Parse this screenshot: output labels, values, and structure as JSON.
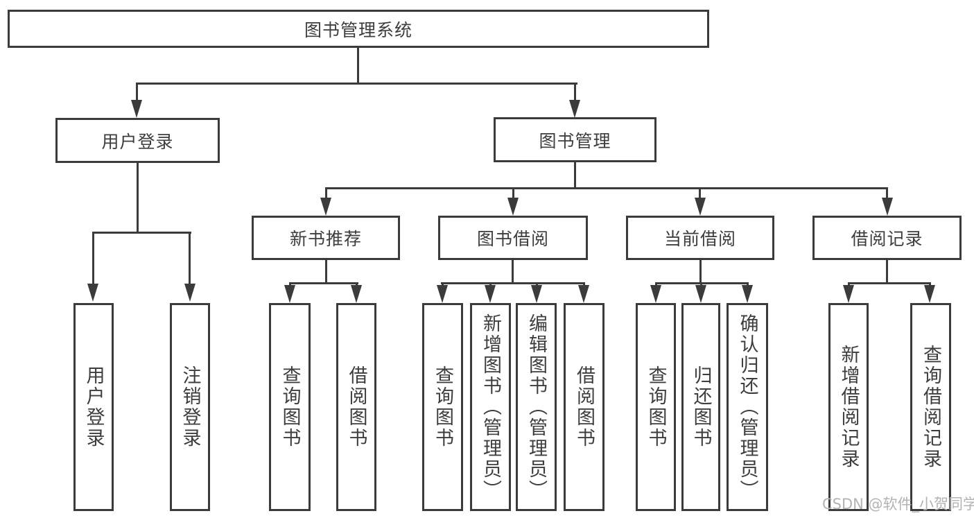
{
  "diagram": {
    "root": {
      "label": "图书管理系统"
    },
    "level2": {
      "user_login": {
        "label": "用户登录"
      },
      "book_management": {
        "label": "图书管理"
      }
    },
    "level3": {
      "new_book_recommend": {
        "label": "新书推荐"
      },
      "book_borrowing": {
        "label": "图书借阅"
      },
      "current_borrowing": {
        "label": "当前借阅"
      },
      "borrowing_records": {
        "label": "借阅记录"
      }
    },
    "leaves": {
      "user_login": {
        "label": "用户登录"
      },
      "logout": {
        "label": "注销登录"
      },
      "recommend_query_books": {
        "label": "查询图书"
      },
      "recommend_borrow_books": {
        "label": "借阅图书"
      },
      "borrowing_query_books": {
        "label": "查询图书"
      },
      "borrowing_add_books": {
        "label": "新增图书（管理员）"
      },
      "borrowing_edit_books": {
        "label": "编辑图书（管理员）"
      },
      "borrowing_borrow_books": {
        "label": "借阅图书"
      },
      "current_query_books": {
        "label": "查询图书"
      },
      "current_return_books": {
        "label": "归还图书"
      },
      "current_confirm_return": {
        "label": "确认归还（管理员）"
      },
      "records_add_record": {
        "label": "新增借阅记录"
      },
      "records_query_record": {
        "label": "查询借阅记录"
      }
    },
    "watermark": "CSDN @软件_小贺同学",
    "colors": {
      "line": "#3b3b3b",
      "text": "#3d3d3d",
      "box_background": "#ffffff",
      "watermark": "#b3b3b3"
    }
  }
}
